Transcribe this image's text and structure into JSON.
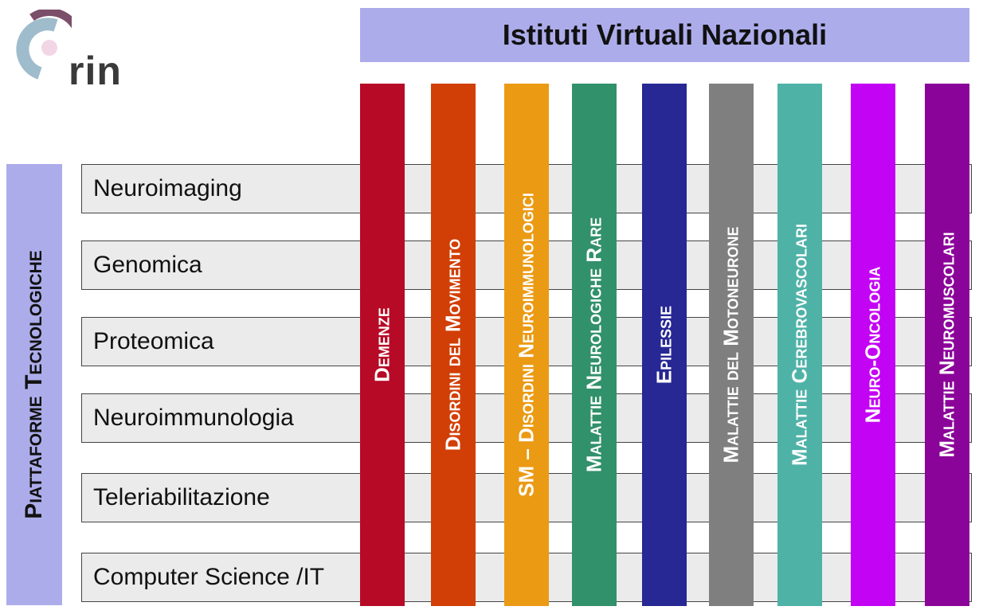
{
  "logo": {
    "text": "rin",
    "icon": "arc-logo-icon"
  },
  "header": {
    "title": "Istituti Virtuali Nazionali"
  },
  "side": {
    "label": "Piattaforme Tecnologiche"
  },
  "platforms": [
    "Neuroimaging",
    "Genomica",
    "Proteomica",
    "Neuroimmunologia",
    "Teleriabilitazione",
    "Computer Science /IT"
  ],
  "institutes": [
    {
      "label": "Demenze",
      "color": "#b70a26"
    },
    {
      "label": "Disordini del Movimento",
      "color": "#d13f06"
    },
    {
      "label": "SM – Disordini Neuroimmunologici",
      "color": "#eb9a14"
    },
    {
      "label": "Malattie Neurologiche Rare",
      "color": "#31916a"
    },
    {
      "label": "Epilessie",
      "color": "#272893"
    },
    {
      "label": "Malattie del Motoneurone",
      "color": "#7f7f7f"
    },
    {
      "label": "Malattie Cerebrovascolari",
      "color": "#4fb2a7"
    },
    {
      "label": "Neuro-Oncologia",
      "color": "#c303f4"
    },
    {
      "label": "Malattie Neuromuscolari",
      "color": "#8b0499"
    }
  ]
}
